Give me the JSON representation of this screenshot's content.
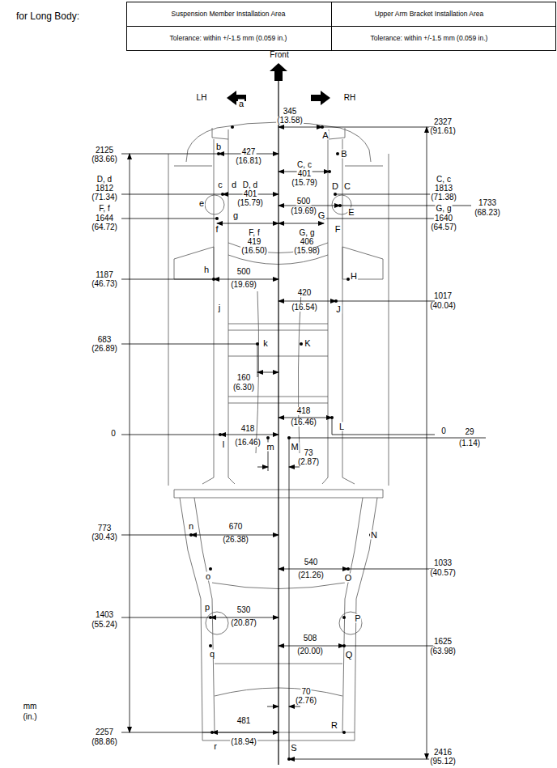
{
  "diagram": {
    "title": "for Long Body:",
    "labels": [
      "Suspension Member Installation Area",
      "Upper Arm Bracket Installation Area",
      "Tolerance: within +/-1.5 mm (0.059 in.)",
      "Tolerance: within +/-1.5 mm (0.059 in.)",
      "Front",
      "LH",
      "RH",
      "345",
      "(13.58)",
      "a",
      "2327",
      "(91.61)",
      "A",
      "2125",
      "(83.66)",
      "b",
      "427",
      "(16.81)",
      "B",
      "C, c",
      "401",
      "(15.79)",
      "D, d",
      "1812",
      "(71.34)",
      "c",
      "d",
      "D, d",
      "401",
      "(15.79)",
      "D",
      "C",
      "C, c",
      "1813",
      "(71.38)",
      "500",
      "(19.69)",
      "e",
      "E",
      "1733",
      "(68.23)",
      "F, f",
      "1644",
      "(64.72)",
      "g",
      "G",
      "G, g",
      "1640",
      "(64.57)",
      "f",
      "F",
      "F, f",
      "419",
      "(16.50)",
      "G, g",
      "406",
      "(15.98)",
      "1187",
      "(46.73)",
      "h",
      "500",
      "(19.69)",
      "H",
      "420",
      "(16.54)",
      "1017",
      "(40.04)",
      "j",
      "J",
      "683",
      "(26.89)",
      "k",
      "K",
      "160",
      "(6.30)",
      "418",
      "(16.46)",
      "L",
      "0",
      "0",
      "29",
      "(1.14)",
      "418",
      "(16.46)",
      "l",
      "m",
      "M",
      "73",
      "(2.87)",
      "773",
      "(30.43)",
      "n",
      "670",
      "(26.38)",
      "N",
      "540",
      "(21.26)",
      "1033",
      "(40.57)",
      "o",
      "O",
      "p",
      "1403",
      "(55.24)",
      "530",
      "(20.87)",
      "P",
      "508",
      "(20.00)",
      "1625",
      "(63.98)",
      "q",
      "Q",
      "70",
      "(2.76)",
      "mm",
      "(in.)",
      "481",
      "(18.94)",
      "R",
      "2257",
      "(88.86)",
      "r",
      "S",
      "2416",
      "(95.12)"
    ]
  }
}
